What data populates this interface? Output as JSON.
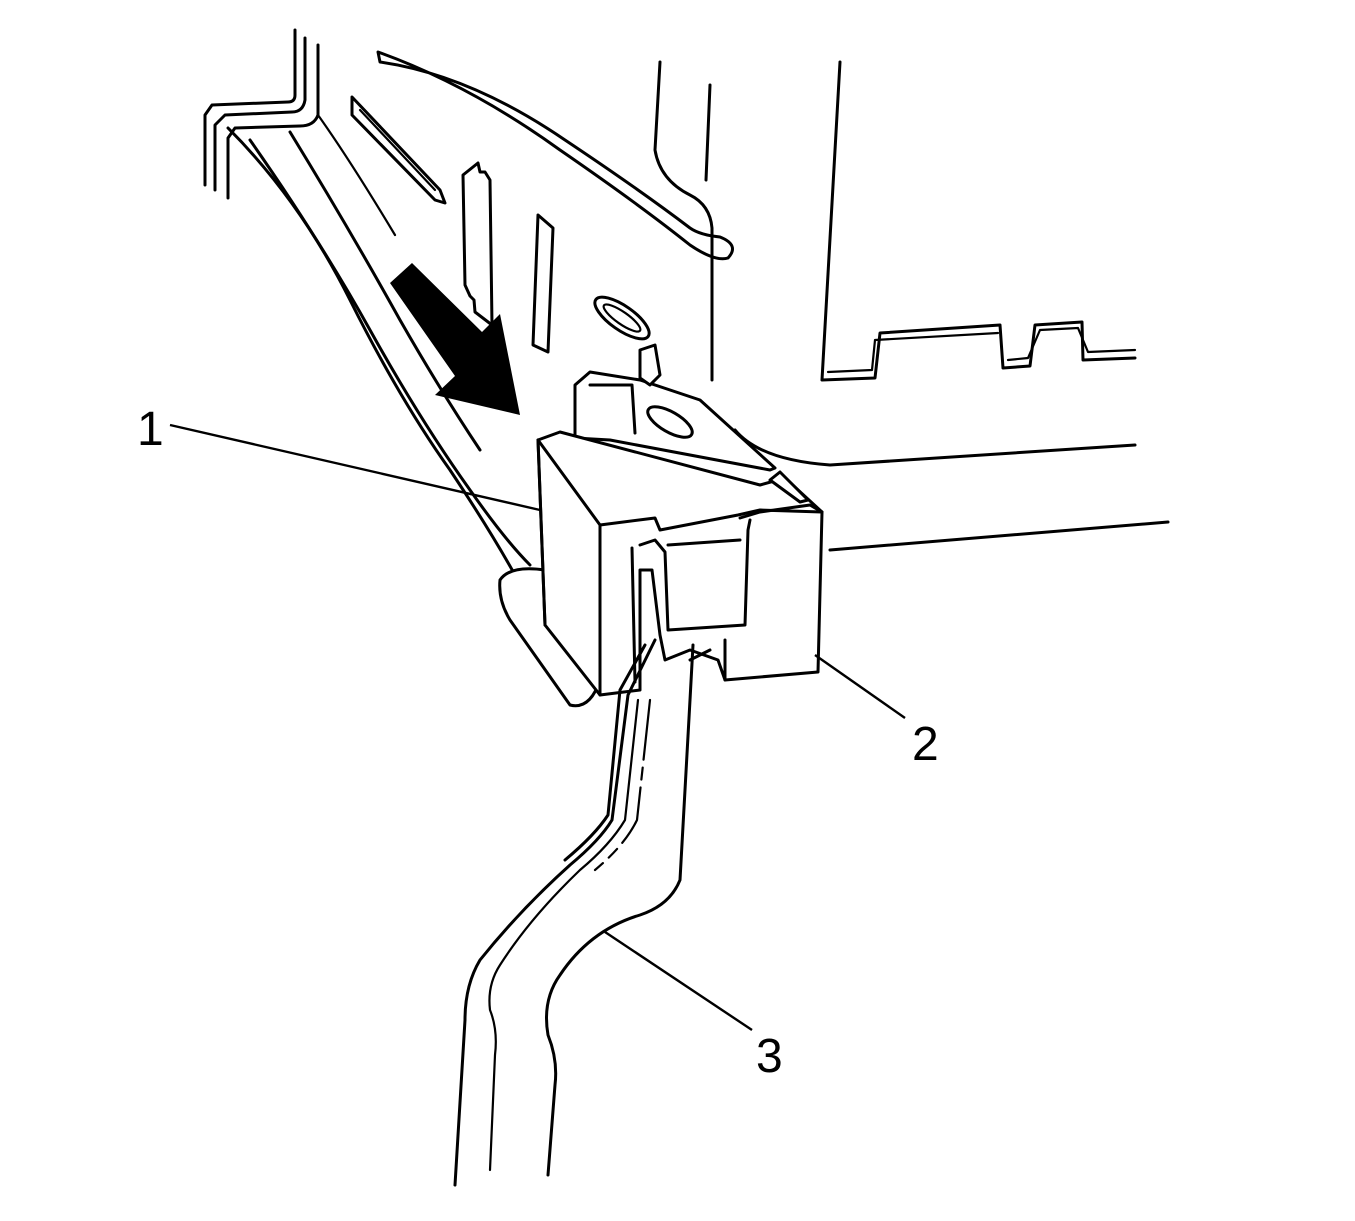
{
  "callouts": [
    {
      "id": "1",
      "label": "1"
    },
    {
      "id": "2",
      "label": "2"
    },
    {
      "id": "3",
      "label": "3"
    }
  ],
  "colors": {
    "line": "#000000",
    "background": "#ffffff"
  },
  "icons": {
    "direction": "arrow-down-right-icon"
  }
}
